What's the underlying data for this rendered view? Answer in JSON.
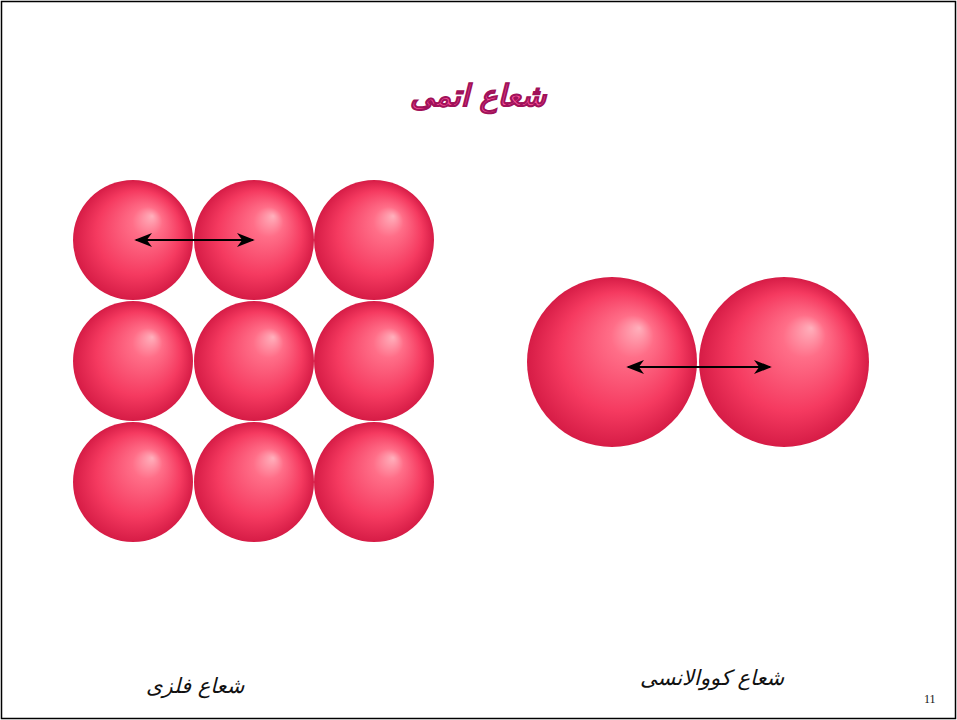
{
  "diagram": {
    "title": "شعاع اتمی",
    "labels": [
      "شعاع فلزی",
      "شعاع کووالانسی",
      "11"
    ]
  }
}
